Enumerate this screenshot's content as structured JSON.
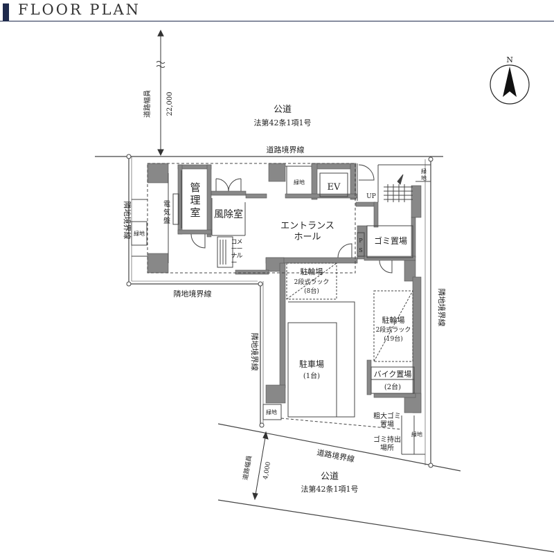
{
  "header": {
    "title": "FLOOR PLAN"
  },
  "compass": {
    "label": "N"
  },
  "roads": {
    "north": {
      "name": "公道",
      "law": "法第42条1項1号",
      "width_label": "道路幅員",
      "width_value": "22,000",
      "boundary": "道路境界線"
    },
    "south": {
      "name": "公道",
      "law": "法第42条1項1号",
      "width_label": "道路幅員",
      "width_value": "4,000",
      "boundary": "道路境界線"
    }
  },
  "boundaries": {
    "neighbor_left": "隣地境界線",
    "neighbor_mid": "隣地境界線",
    "neighbor_lower_left": "隣地境界線",
    "neighbor_right": "隣地境界線"
  },
  "rooms": {
    "kanrishitsu": [
      "管",
      "理",
      "室"
    ],
    "denkiban": [
      "電",
      "気",
      "盤"
    ],
    "fujoshitsu": "風除室",
    "entrance": [
      "エントランス",
      "ホール"
    ],
    "mail_corner": [
      "メ",
      "ー",
      "ル",
      "コ",
      "ー",
      "ナ",
      "ー"
    ],
    "ev": "EV",
    "up": "UP",
    "ps": [
      "P",
      "S"
    ],
    "gomi": "ゴミ置場",
    "bike_parking_small": [
      "駐輪場",
      "2段式ラック",
      "(8台)"
    ],
    "bike_parking_large": [
      "駐輪場",
      "2段式ラック",
      "(19台)"
    ],
    "car_parking": [
      "駐車場",
      "(1台)"
    ],
    "motorbike": [
      "バイク置場",
      "(2台)"
    ],
    "sodai_gomi": [
      "粗大ゴミ",
      "置場"
    ],
    "gomi_mochidashi": [
      "ゴミ持出",
      "場所"
    ],
    "ryokuchi": "緑地",
    "ryokuchi_v": [
      "緑",
      "地"
    ]
  }
}
